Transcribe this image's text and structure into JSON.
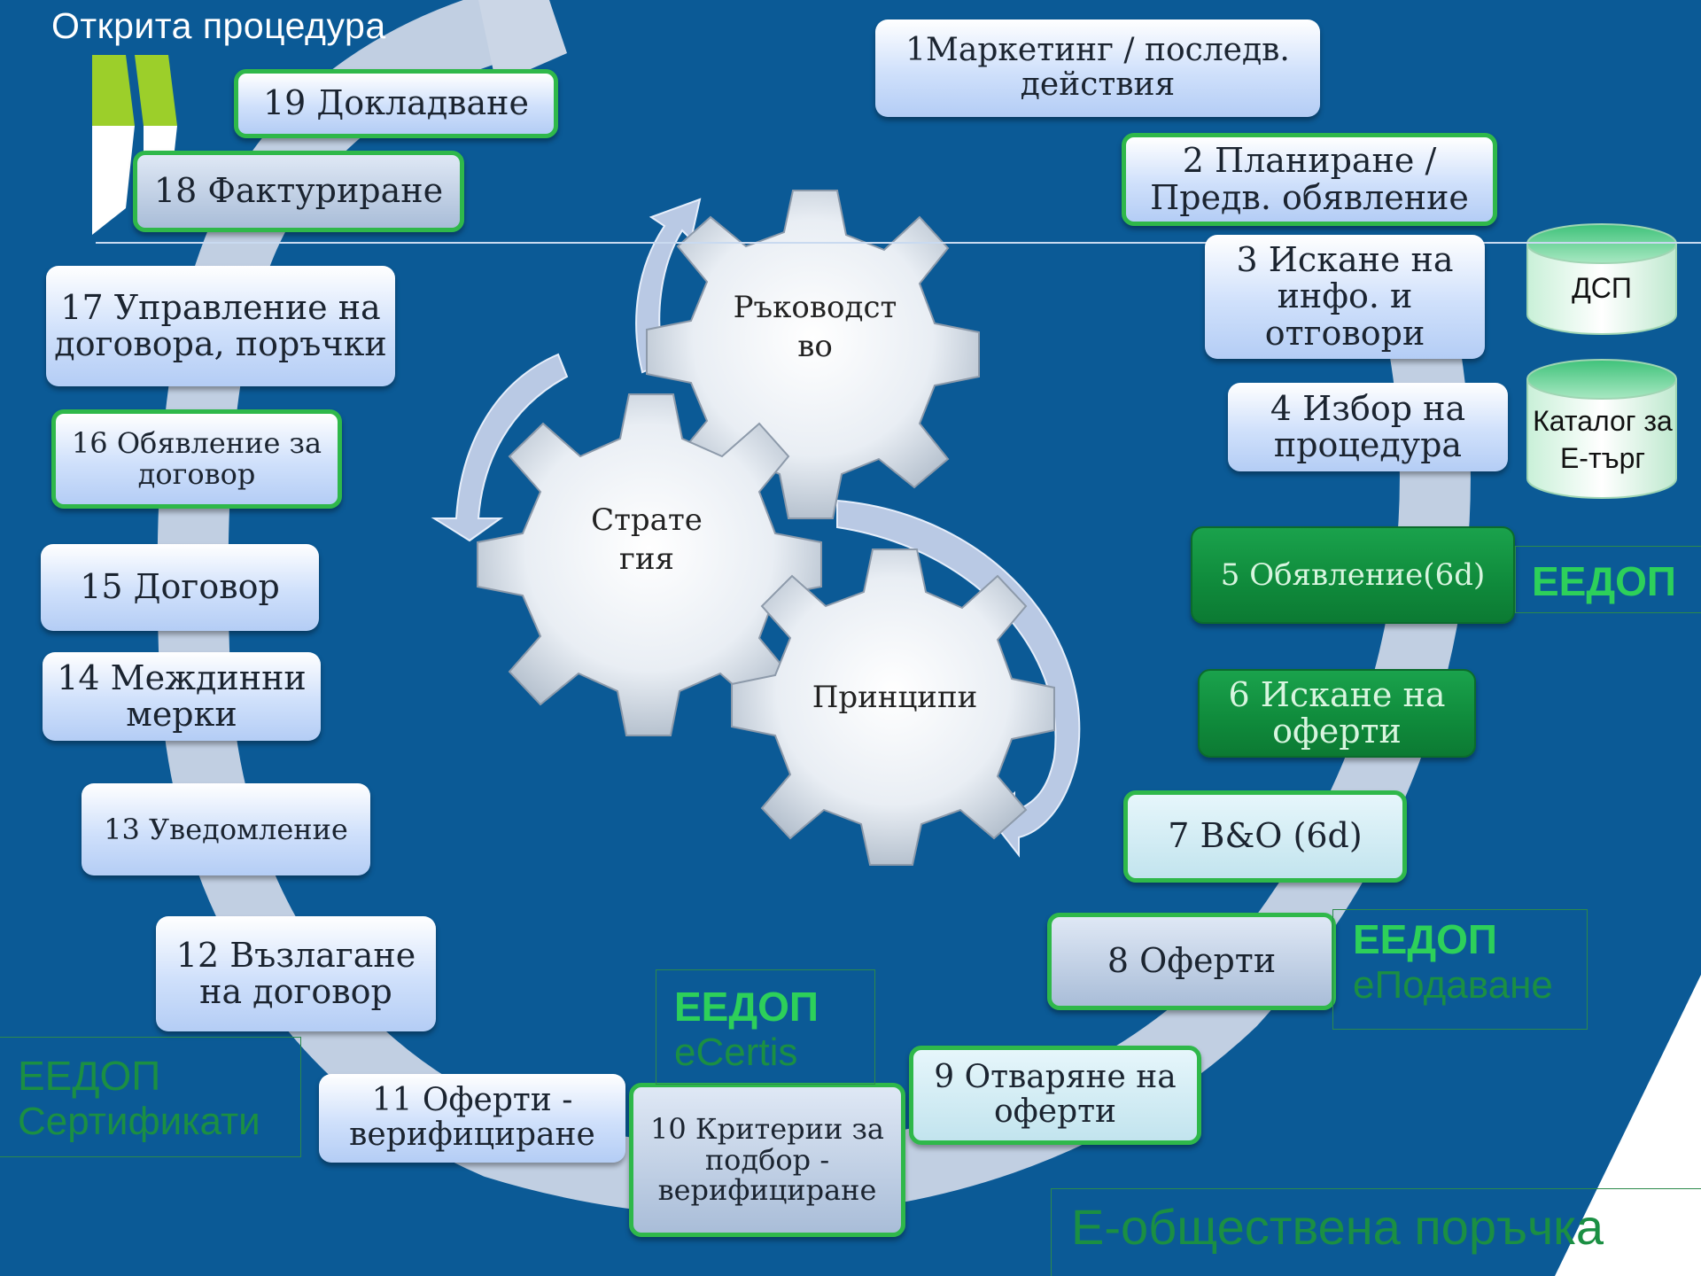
{
  "title": "Открита процедура",
  "steps": [
    {
      "text": "1Маркетинг / последв. действия"
    },
    {
      "text": "2 Планиране / Предв. обявление"
    },
    {
      "text": "3 Искане на инфо. и отговори"
    },
    {
      "text": "4 Избор на процедура"
    },
    {
      "text": "5 Обявление(6d)"
    },
    {
      "text": "6 Искане на оферти"
    },
    {
      "text": "7 В&О (6d)"
    },
    {
      "text": "8 Оферти"
    },
    {
      "text": "9 Отваряне на оферти"
    },
    {
      "text": "10 Критерии за подбор - верифициране"
    },
    {
      "text": "11 Оферти - верифициране"
    },
    {
      "text": "12 Възлагане на договор"
    },
    {
      "text": "13 Уведомление"
    },
    {
      "text": "14 Междинни мерки"
    },
    {
      "text": "15 Договор"
    },
    {
      "text": "16 Обявление за договор"
    },
    {
      "text": "17 Управление на договора, поръчки"
    },
    {
      "text": "18 Фактуриране"
    },
    {
      "text": "19 Докладване"
    }
  ],
  "gears": {
    "leadership": "Ръководст во",
    "strategy": "Страте гия",
    "principles": "Принципи"
  },
  "databases": {
    "dsp": "ДСП",
    "catalog": "Каталог за Е-търг"
  },
  "tags": {
    "t5": {
      "line1": "ЕЕДОП"
    },
    "t8": {
      "line1": "ЕЕДОП",
      "line2": "еПодаване"
    },
    "t10": {
      "line1": "ЕЕДОП",
      "line2": "eCertis"
    },
    "t11": {
      "line1": "ЕЕДОП",
      "line2": "Сертификати"
    }
  },
  "footer": "Е-обществена поръчка",
  "colors": {
    "background": "#0b5a96",
    "green_border": "#2fb84a",
    "dark_green": "#0f8a3b",
    "tag_green": "#2dd05a"
  }
}
